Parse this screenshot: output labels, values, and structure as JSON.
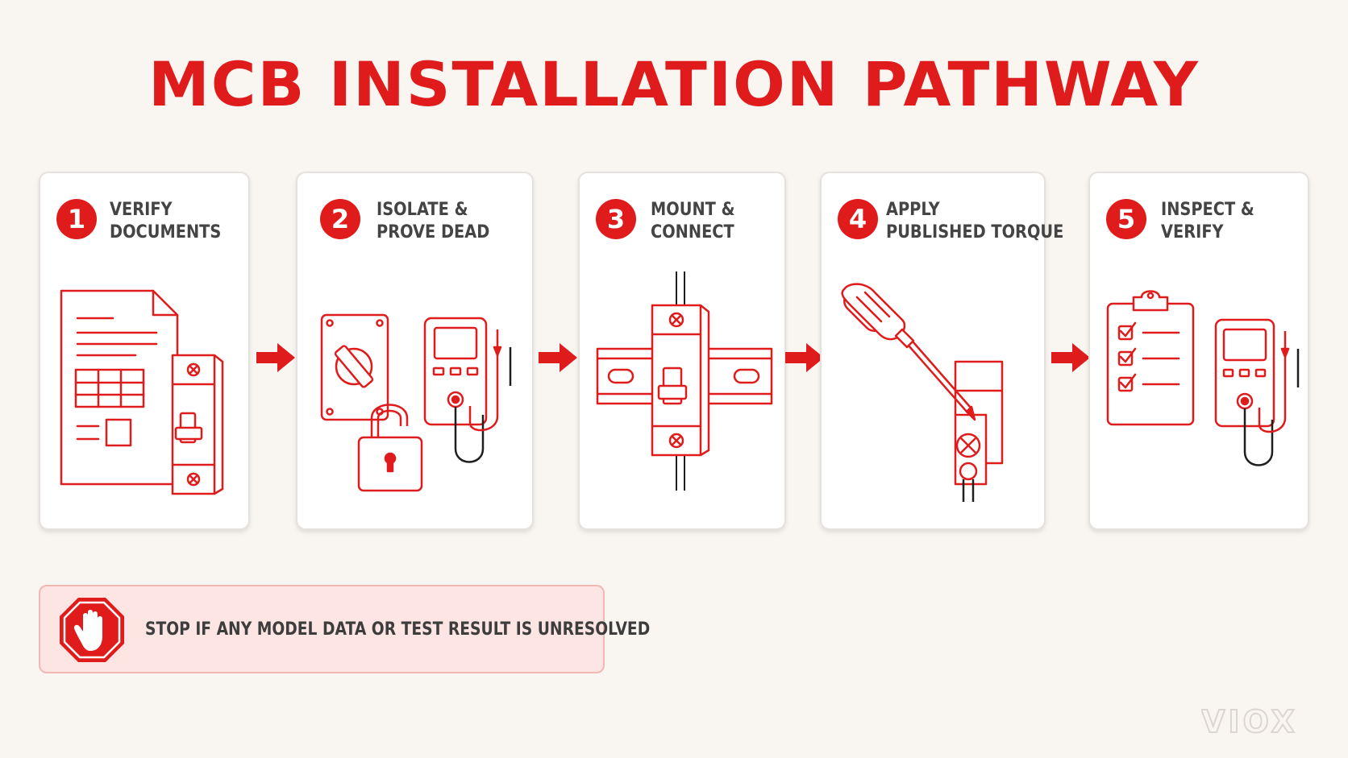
{
  "title": "MCB INSTALLATION PATHWAY",
  "colors": {
    "accent": "#e01b1b",
    "background": "#f9f6f2",
    "card": "#ffffff",
    "warning_bg": "#fde5e3",
    "text": "#444444"
  },
  "steps": [
    {
      "number": "1",
      "line1": "VERIFY",
      "line2": "DOCUMENTS",
      "icons": [
        "document-icon",
        "mcb-breaker-icon"
      ]
    },
    {
      "number": "2",
      "line1": "ISOLATE &",
      "line2": "PROVE DEAD",
      "icons": [
        "isolator-switch-icon",
        "padlock-icon",
        "multimeter-icon"
      ]
    },
    {
      "number": "3",
      "line1": "MOUNT &",
      "line2": "CONNECT",
      "icons": [
        "din-rail-mcb-icon"
      ]
    },
    {
      "number": "4",
      "line1": "APPLY",
      "line2": "PUBLISHED TORQUE",
      "icons": [
        "screwdriver-icon",
        "terminal-icon"
      ]
    },
    {
      "number": "5",
      "line1": "INSPECT &",
      "line2": "VERIFY",
      "icons": [
        "checklist-clipboard-icon",
        "multimeter-icon"
      ]
    }
  ],
  "warning": {
    "text": "STOP IF ANY MODEL DATA OR TEST RESULT IS UNRESOLVED",
    "icon": "stop-hand-icon"
  },
  "watermark": "VIOX"
}
